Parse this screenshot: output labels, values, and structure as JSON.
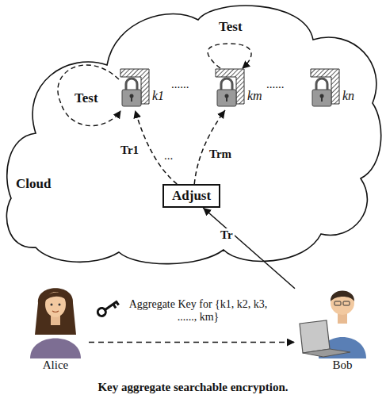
{
  "diagram": {
    "caption": "Key aggregate searchable encryption.",
    "nodes": [
      {
        "text": [
          "Cloud"
        ]
      },
      {
        "text": [
          "k1"
        ],
        "in": 0
      },
      {
        "text": [
          "km"
        ],
        "in": 0
      },
      {
        "text": [
          "kn"
        ],
        "in": 0
      },
      {
        "text": [
          "Adjust"
        ],
        "in": 0
      },
      {
        "text": [
          "Alice"
        ]
      },
      {
        "text": [
          "Bob"
        ]
      }
    ],
    "edges": [
      {
        "from": 4,
        "to": 1,
        "label": "Tr1",
        "arrow": "to"
      },
      {
        "from": 4,
        "to": 2,
        "label": "Trm",
        "arrow": "to"
      },
      {
        "from": 6,
        "to": 4,
        "label": "Tr",
        "arrow": "to"
      },
      {
        "from": 5,
        "to": 6,
        "label": "Aggregate Key for {k1, k2, k3, ......, km}",
        "arrow": "to"
      }
    ],
    "labels": [
      "Test",
      "Test",
      "......",
      "......",
      "..."
    ]
  }
}
